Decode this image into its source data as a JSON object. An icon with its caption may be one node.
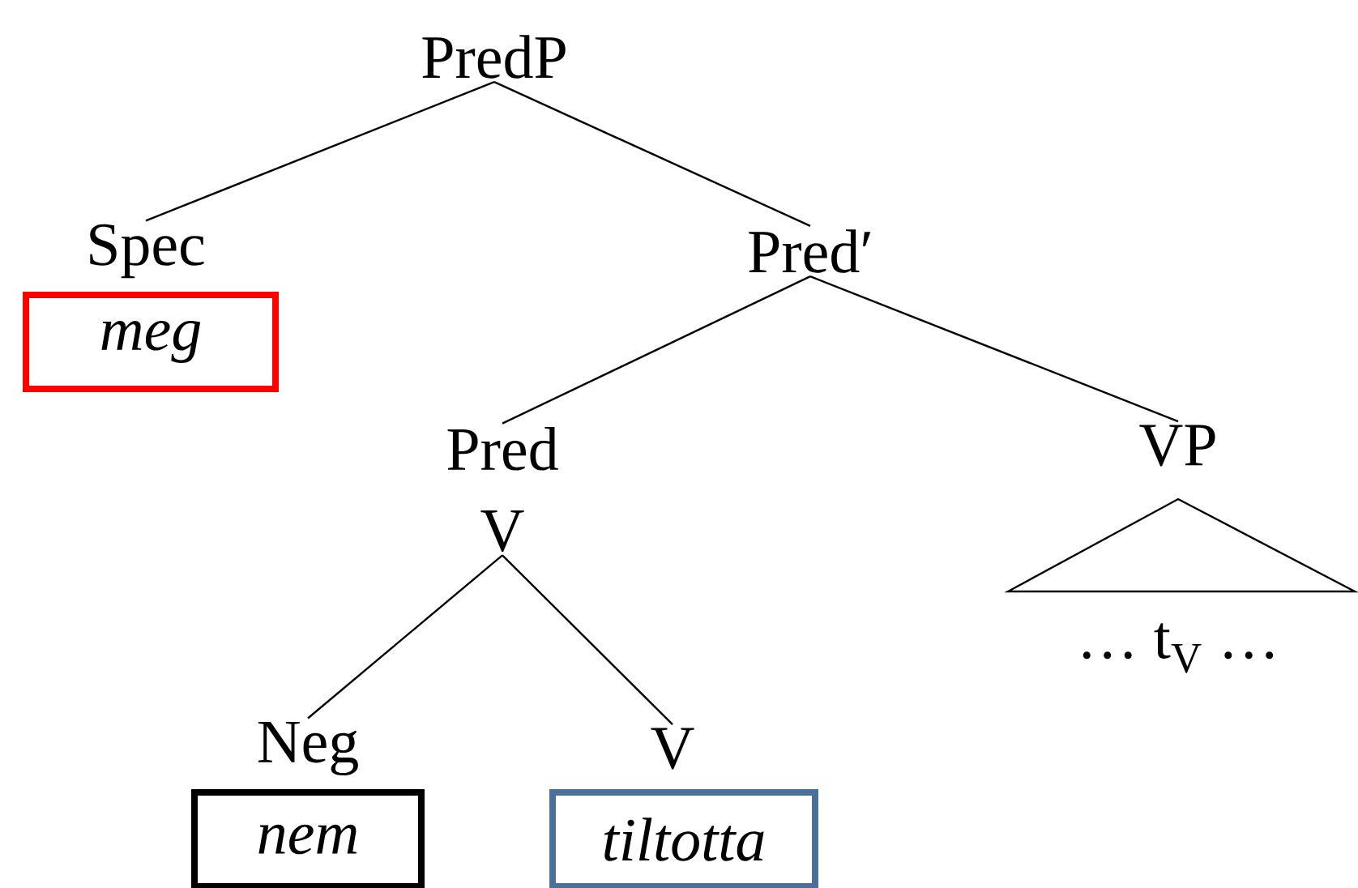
{
  "diagram": {
    "nodes": [
      {
        "text": [
          "PredP"
        ]
      },
      {
        "text": [
          "Spec"
        ]
      },
      {
        "text": [
          "meg"
        ]
      },
      {
        "text": [
          "Pred′"
        ]
      },
      {
        "text": [
          "Pred",
          "V"
        ]
      },
      {
        "text": [
          "VP"
        ]
      },
      {
        "text": [
          "… t$_{V}$ …"
        ]
      },
      {
        "text": [
          "Neg"
        ]
      },
      {
        "text": [
          "nem"
        ]
      },
      {
        "text": [
          "V"
        ]
      },
      {
        "text": [
          "tiltotta"
        ]
      }
    ],
    "edges": [
      {
        "from": 0,
        "to": 1,
        "arrow": "none"
      },
      {
        "from": 0,
        "to": 3,
        "arrow": "none"
      },
      {
        "from": 3,
        "to": 4,
        "arrow": "none"
      },
      {
        "from": 3,
        "to": 5,
        "arrow": "none"
      },
      {
        "from": 4,
        "to": 7,
        "arrow": "none"
      },
      {
        "from": 4,
        "to": 9,
        "arrow": "none"
      }
    ]
  }
}
